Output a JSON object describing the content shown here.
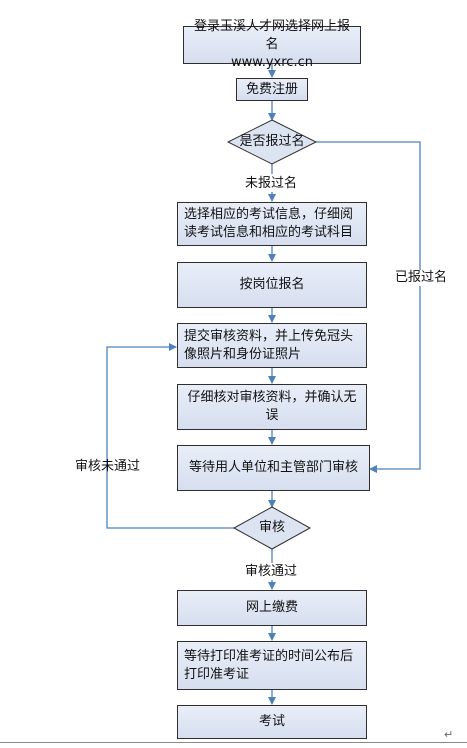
{
  "nodes": {
    "register_site": "登录玉溪人才网选择网上报名\nwww.yxrc.cn",
    "free_signup": "免费注册",
    "applied_before": "是否报过名",
    "select_exam": "选择相应的考试信息，仔细阅读考试信息和相应的考试科目",
    "apply_position": "按岗位报名",
    "submit_materials": "提交审核资料，并上传免冠头像照片和身份证照片",
    "check_materials": "仔细核对审核资料，并确认无误",
    "await_review": "等待用人单位和主管部门审核",
    "review": "审核",
    "pay_online": "网上缴费",
    "print_ticket": "等待打印准考证的时间公布后打印准考证",
    "exam": "考试"
  },
  "edges": {
    "not_applied": "未报过名",
    "already_applied": "已报过名",
    "review_failed": "审核未通过",
    "review_passed": "审核通过"
  },
  "footer": {
    "paragraph_mark": "↵"
  }
}
